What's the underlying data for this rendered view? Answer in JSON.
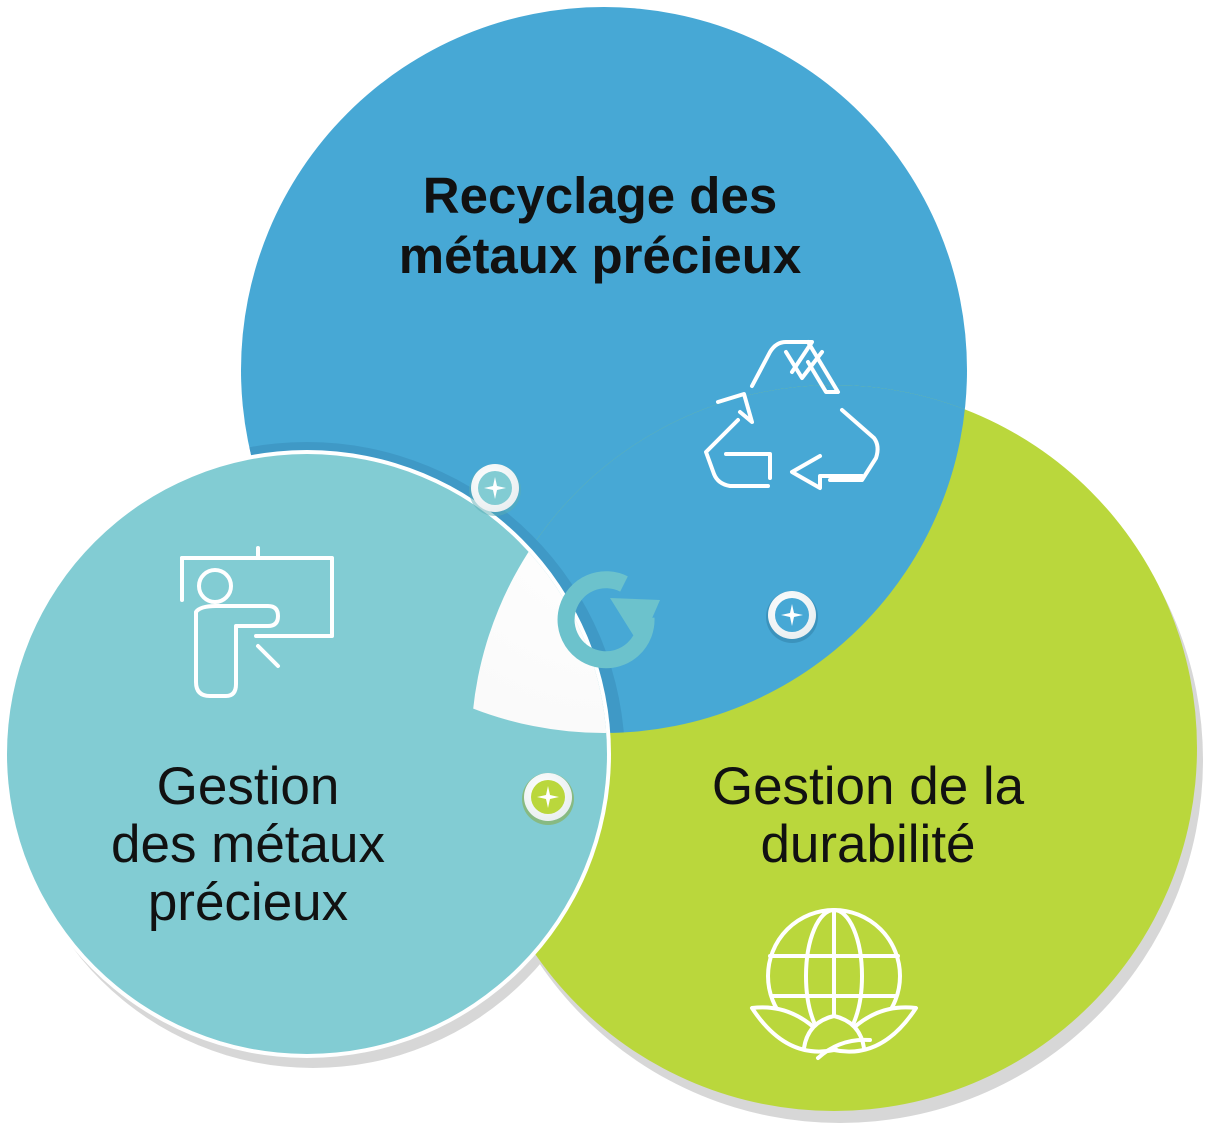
{
  "diagram": {
    "type": "venn",
    "circles": [
      {
        "id": "recycling",
        "lines": [
          "Recyclage des",
          "métaux précieux"
        ],
        "color": "#47a8d5",
        "icon": "recycle-icon"
      },
      {
        "id": "management",
        "lines": [
          "Gestion",
          "des métaux",
          "précieux"
        ],
        "color": "#82ccd3",
        "icon": "presentation-icon"
      },
      {
        "id": "sustainability",
        "lines": [
          "Gestion de la",
          "durabilité"
        ],
        "color": "#bad73c",
        "icon": "globe-leaves-icon"
      }
    ],
    "center_icon": "refresh-icon",
    "connector_icon": "plus-badge-icon",
    "center_color": "#ffffff"
  }
}
